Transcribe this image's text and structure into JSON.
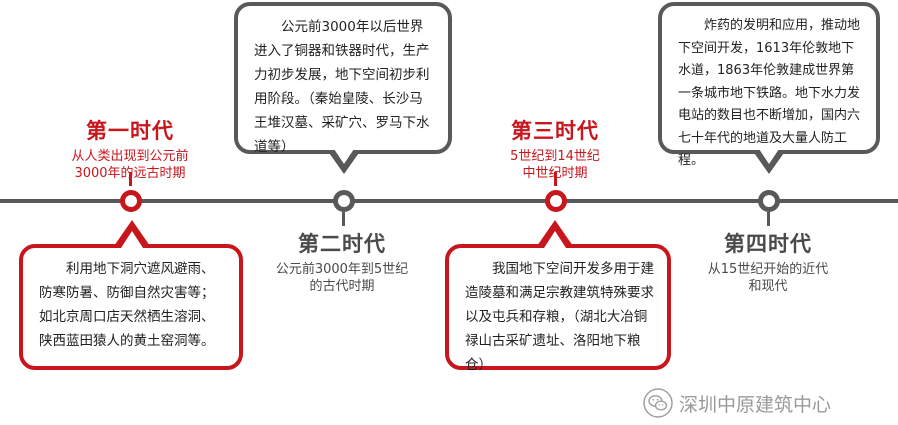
{
  "colors": {
    "accent": "#c8161d",
    "dark": "#595959"
  },
  "eras": [
    {
      "title": "第一时代",
      "subtitle": [
        "从人类出现到公元前",
        "3000年的远古时期"
      ]
    },
    {
      "title": "第二时代",
      "subtitle": [
        "公元前3000年到5世纪",
        "的古代时期"
      ]
    },
    {
      "title": "第三时代",
      "subtitle": [
        "5世纪到14世纪",
        "中世纪时期"
      ]
    },
    {
      "title": "第四时代",
      "subtitle": [
        "从15世纪开始的近代",
        "和现代"
      ]
    }
  ],
  "descriptions": [
    "利用地下洞穴遮风避雨、防寒防暑、防御自然灾害等；如北京周口店天然栖生溶洞、陕西蓝田猿人的黄土窑洞等。",
    "公元前3000年以后世界进入了铜器和铁器时代，生产力初步发展，地下空间初步利用阶段。（秦始皇陵、长沙马王堆汉墓、采矿穴、罗马下水道等）",
    "我国地下空间开发多用于建造陵墓和满足宗教建筑特殊要求以及屯兵和存粮，（湖北大冶铜禄山古采矿遗址、洛阳地下粮仓）",
    "炸药的发明和应用，推动地下空间开发，1613年伦敦地下水道，1863年伦敦建成世界第一条城市地下铁路。地下水力发电站的数目也不断增加，国内六七十年代的地道及大量人防工程。"
  ],
  "watermark": {
    "text": "深圳中原建筑中心",
    "icon": "wechat-icon"
  }
}
